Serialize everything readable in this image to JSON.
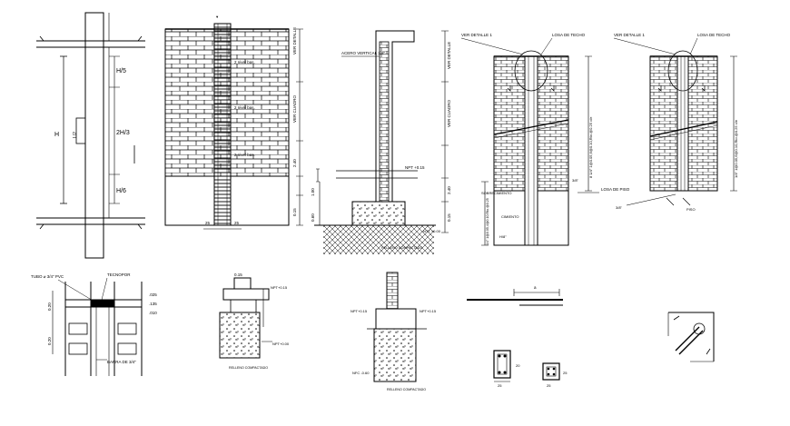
{
  "drawing": {
    "elevation_1": {
      "dim_top": "H/5",
      "dim_mid": "2H/3",
      "dim_side": "H",
      "dim_small": "L/2",
      "dim_bottom": "H/6"
    },
    "elevation_2": {
      "label_1": "2 nivel bas.",
      "label_2": "2 nivel bas.",
      "label_3": "2 nivel bas.",
      "dim_r1": "VER DETALLE",
      "dim_r2": "VER CUADRO",
      "dim_r3": "2.40",
      "dim_r4": "0.15",
      "dim_b1": "25",
      "dim_b2": "25"
    },
    "section_3": {
      "label_top": "ACERO VERTICAL 3/8\"",
      "label_level": "NPT +0.15",
      "label_floor": "NTT +0.00",
      "label_soil": "RELLENO COMPACTADO",
      "dim_r1": "VER DETALLE",
      "dim_r2": "VER CUADRO",
      "dim_r3": "2.40",
      "dim_r4": "0.15",
      "dim_l1": "1.00",
      "dim_l2": "0.60"
    },
    "elevation_4": {
      "ref_detail": "VER DETALLE 1",
      "ref_slab": "LOSA DE TECHO",
      "label_found": "SOBRECIMIENTO",
      "label_cement": "CIMIENTO",
      "label_walltie": "LOSA DE PISO",
      "label_bar": "3/8\"",
      "dim_v": "8 1/4\" 1@0.05,6@0.10,Rto.@0.25 c/e",
      "dim_v2": "1/4\" 1@0.05,4@0.10,Rto.@0.25",
      "ref_bar": "H/8\""
    },
    "elevation_5": {
      "ref_detail": "VER DETALLE 1",
      "ref_slab": "LOSA DE TECHO",
      "label_bar": "3/8\"",
      "label_tie": "PISO",
      "dim_v": "1/4\" 1@0.05,6@0.10,Rto.@0.25 c/e"
    },
    "detail_6": {
      "label_pipe": "TUBO ⌀ 3/4\" PVC",
      "label_foam": "TECNOPOR",
      "label_bar": "BARRA DE 3/4\"",
      "dim_1": ".025",
      "dim_2": ".135",
      "dim_3": ".010",
      "dim_l1": "0.20",
      "dim_l2": "0.20"
    },
    "detail_7": {
      "dim_top": "0.15",
      "label_a": "NPT+0.15",
      "label_b": "NPT+0.00",
      "label_c": "RELLENO COMPACTADO"
    },
    "detail_8": {
      "label_a": "NPT+0.15",
      "label_b": "NPT+0.15",
      "label_c": "NFC -0.60",
      "label_d": "RELLENO COMPACTADO"
    },
    "detail_9": {
      "dim_top": "a"
    },
    "section_10": {
      "dim_w": "25",
      "dim_h": "20"
    },
    "section_11": {
      "dim_w": "25",
      "dim_h": "25"
    },
    "detail_12": {
      "label": ""
    }
  }
}
